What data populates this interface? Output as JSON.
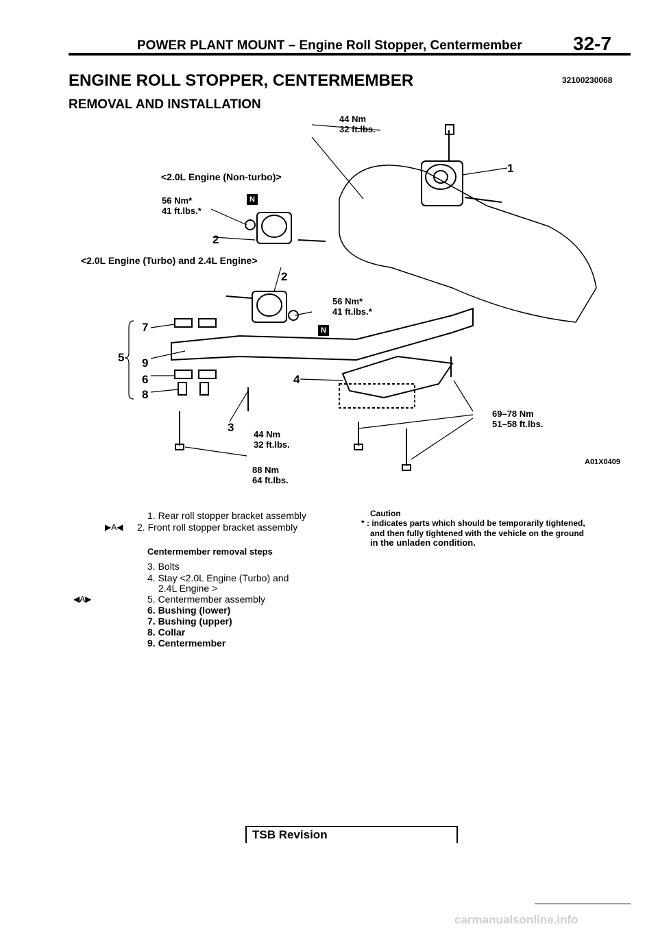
{
  "header": {
    "left": "POWER PLANT MOUNT – Engine Roll Stopper, Centermember",
    "page_number": "32-7"
  },
  "title": "ENGINE ROLL STOPPER, CENTERMEMBER",
  "doc_code": "32100230068",
  "subtitle": "REMOVAL AND INSTALLATION",
  "figure": {
    "variant_non_turbo": "<2.0L Engine (Non-turbo)>",
    "variant_turbo": "<2.0L Engine (Turbo) and 2.4L Engine>",
    "torques": {
      "t44_top": [
        "44 Nm",
        "32 ft.lbs."
      ],
      "t56_a": [
        "56 Nm*",
        "41 ft.lbs.*"
      ],
      "t56_b": [
        "56 Nm*",
        "41 ft.lbs.*"
      ],
      "t44_bottom": [
        "44 Nm",
        "32 ft.lbs."
      ],
      "t69": [
        "69–78 Nm",
        "51–58 ft.lbs."
      ],
      "t88": [
        "88 Nm",
        "64 ft.lbs."
      ]
    },
    "callouts": [
      "1",
      "2",
      "2",
      "7",
      "5",
      "9",
      "6",
      "8",
      "4",
      "3"
    ],
    "n_mark": "N",
    "figure_code": "A01X0409"
  },
  "parts": {
    "item1": "1. Rear roll stopper bracket assembly",
    "item2": "2. Front roll stopper bracket assembly",
    "item2_marker": "▶A◀",
    "steps_heading": "Centermember removal steps",
    "item3": "3. Bolts",
    "item4_a": "4. Stay <2.0L Engine (Turbo) and",
    "item4_b": "2.4L Engine >",
    "item5_marker": "◀A▶",
    "item5": "5. Centermember assembly",
    "item6": "6. Bushing (lower)",
    "item7": "7. Bushing (upper)",
    "item8": "8. Collar",
    "item9": "9. Centermember"
  },
  "caution": {
    "heading": "Caution",
    "line1": "* : indicates parts which should be temporarily tightened,",
    "line2": "and then fully tightened with the vehicle on the ground",
    "line3": "in the unladen condition."
  },
  "footer": {
    "revision": "TSB Revision"
  },
  "watermark": "carmanualsonline.info"
}
